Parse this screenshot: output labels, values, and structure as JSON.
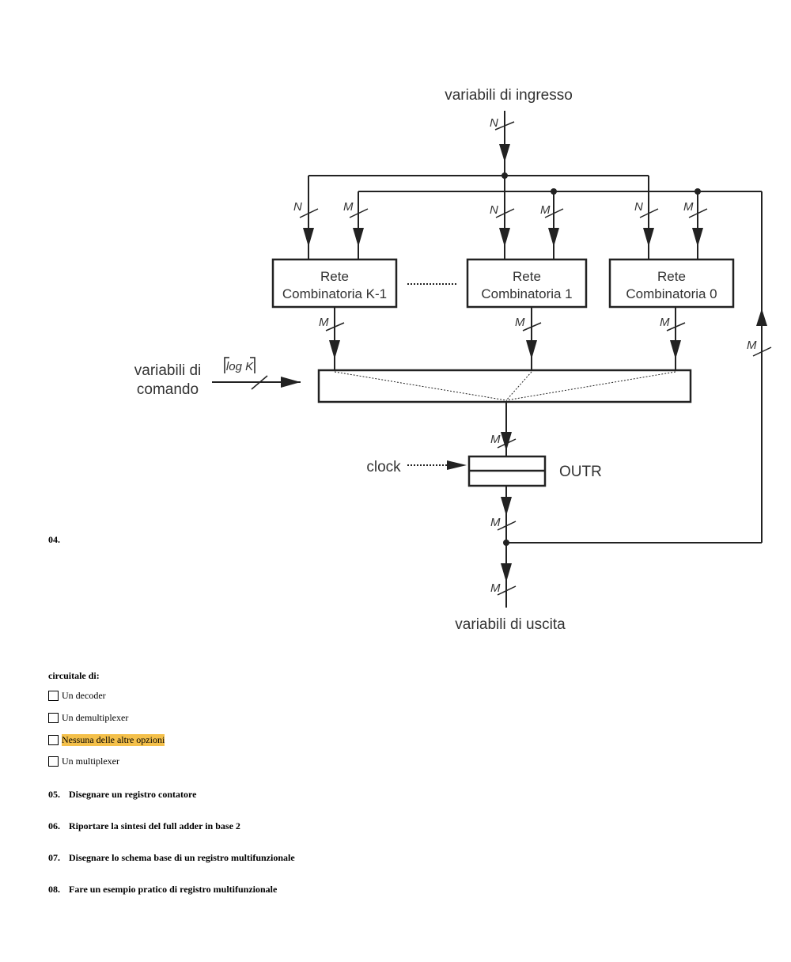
{
  "question_04": {
    "number": "04.",
    "intro": "circuitale di:",
    "options": [
      {
        "label": "Un decoder",
        "highlighted": false
      },
      {
        "label": "Un demultiplexer",
        "highlighted": false
      },
      {
        "label": "Nessuna delle altre opzioni",
        "highlighted": true
      },
      {
        "label": "Un multiplexer",
        "highlighted": false
      }
    ],
    "highlight_color": "#f4c04a"
  },
  "diagram": {
    "input_label": "variabili di ingresso",
    "output_label": "variabili di uscita",
    "control_label_line1": "variabili di",
    "control_label_line2": "comando",
    "control_width": "log K",
    "clock_label": "clock",
    "register_label": "OUTR",
    "block_title": "Rete",
    "blocks": [
      "Combinatoria K-1",
      "Combinatoria 1",
      "Combinatoria 0"
    ],
    "bus_n": "N",
    "bus_m": "M"
  },
  "questions": [
    {
      "number": "05.",
      "text": "Disegnare un registro contatore"
    },
    {
      "number": "06.",
      "text": "Riportare la sintesi del full adder in base 2"
    },
    {
      "number": "07.",
      "text": "Disegnare lo schema base di un registro multifunzionale"
    },
    {
      "number": "08.",
      "text": "Fare un esempio pratico di registro multifunzionale"
    }
  ]
}
